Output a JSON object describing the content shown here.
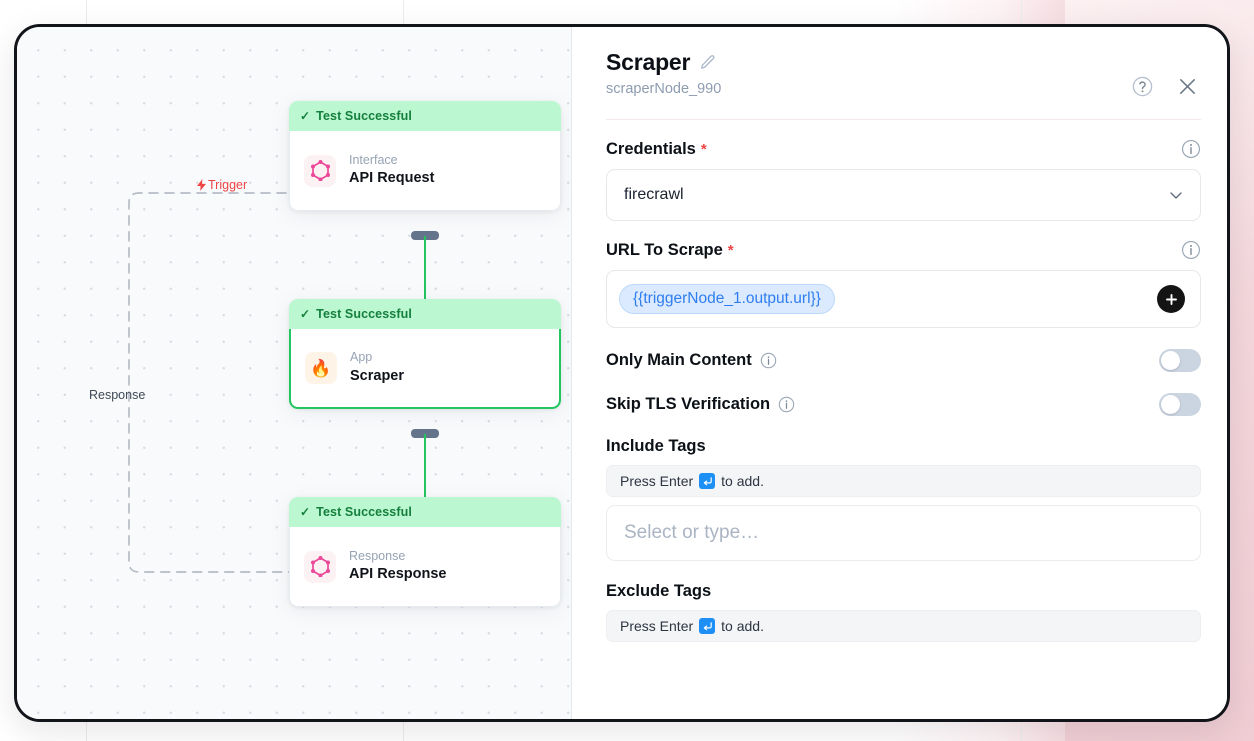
{
  "canvas": {
    "trigger_label": "Trigger",
    "response_label": "Response",
    "nodes": [
      {
        "status": "Test Successful",
        "status_check": "✓",
        "kind": "Interface",
        "title": "API Request",
        "icon": "graphql-icon",
        "selected": false
      },
      {
        "status": "Test Successful",
        "status_check": "✓",
        "kind": "App",
        "title": "Scraper",
        "icon": "flame-icon",
        "icon_glyph": "🔥",
        "selected": true
      },
      {
        "status": "Test Successful",
        "status_check": "✓",
        "kind": "Response",
        "title": "API Response",
        "icon": "graphql-icon",
        "selected": false
      }
    ]
  },
  "panel": {
    "title": "Scraper",
    "subtitle": "scraperNode_990",
    "edit_icon": "pencil-icon",
    "help_icon": "help-circle-icon",
    "close_icon": "close-icon",
    "credentials": {
      "label": "Credentials",
      "required_marker": "*",
      "info_icon": "info-icon",
      "value": "firecrawl",
      "chevron_icon": "chevron-down-icon"
    },
    "url_to_scrape": {
      "label": "URL To Scrape",
      "required_marker": "*",
      "info_icon": "info-icon",
      "chip_value": "{{triggerNode_1.output.url}}",
      "add_icon": "plus-icon"
    },
    "only_main_content": {
      "label": "Only Main Content",
      "info_icon": "info-icon",
      "enabled": false
    },
    "skip_tls_verification": {
      "label": "Skip TLS Verification",
      "info_icon": "info-icon",
      "enabled": false
    },
    "include_tags": {
      "label": "Include Tags",
      "hint_prefix": "Press Enter",
      "hint_suffix": "to add.",
      "enter_icon": "enter-key-icon",
      "placeholder": "Select or type…"
    },
    "exclude_tags": {
      "label": "Exclude Tags",
      "hint_prefix": "Press Enter",
      "hint_suffix": "to add.",
      "enter_icon": "enter-key-icon"
    }
  },
  "colors": {
    "accent_green": "#22c55e",
    "status_banner_bg": "#bbf7d0",
    "status_text": "#15803d",
    "required_red": "#ef4444",
    "trigger_red": "#ef4444",
    "chip_bg": "#dbeafe",
    "chip_text": "#2f7ef0",
    "enter_key_blue": "#1e90f5",
    "toggle_off_track": "#cbd5e1",
    "frame_border": "#111418"
  }
}
